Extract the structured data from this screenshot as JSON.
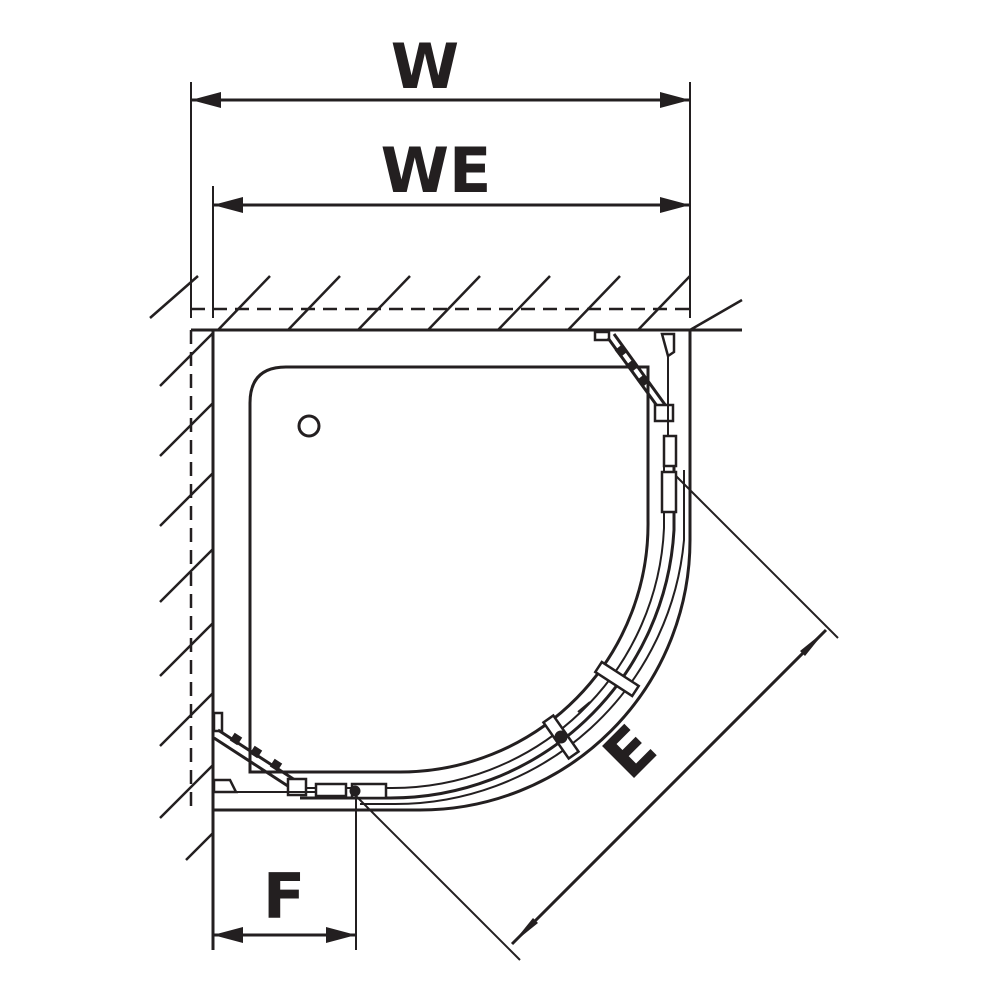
{
  "dimensions": {
    "w_label": "W",
    "we_label": "WE",
    "e_label": "E",
    "f_label": "F"
  },
  "colors": {
    "line": "#231f20",
    "background": "#ffffff"
  }
}
